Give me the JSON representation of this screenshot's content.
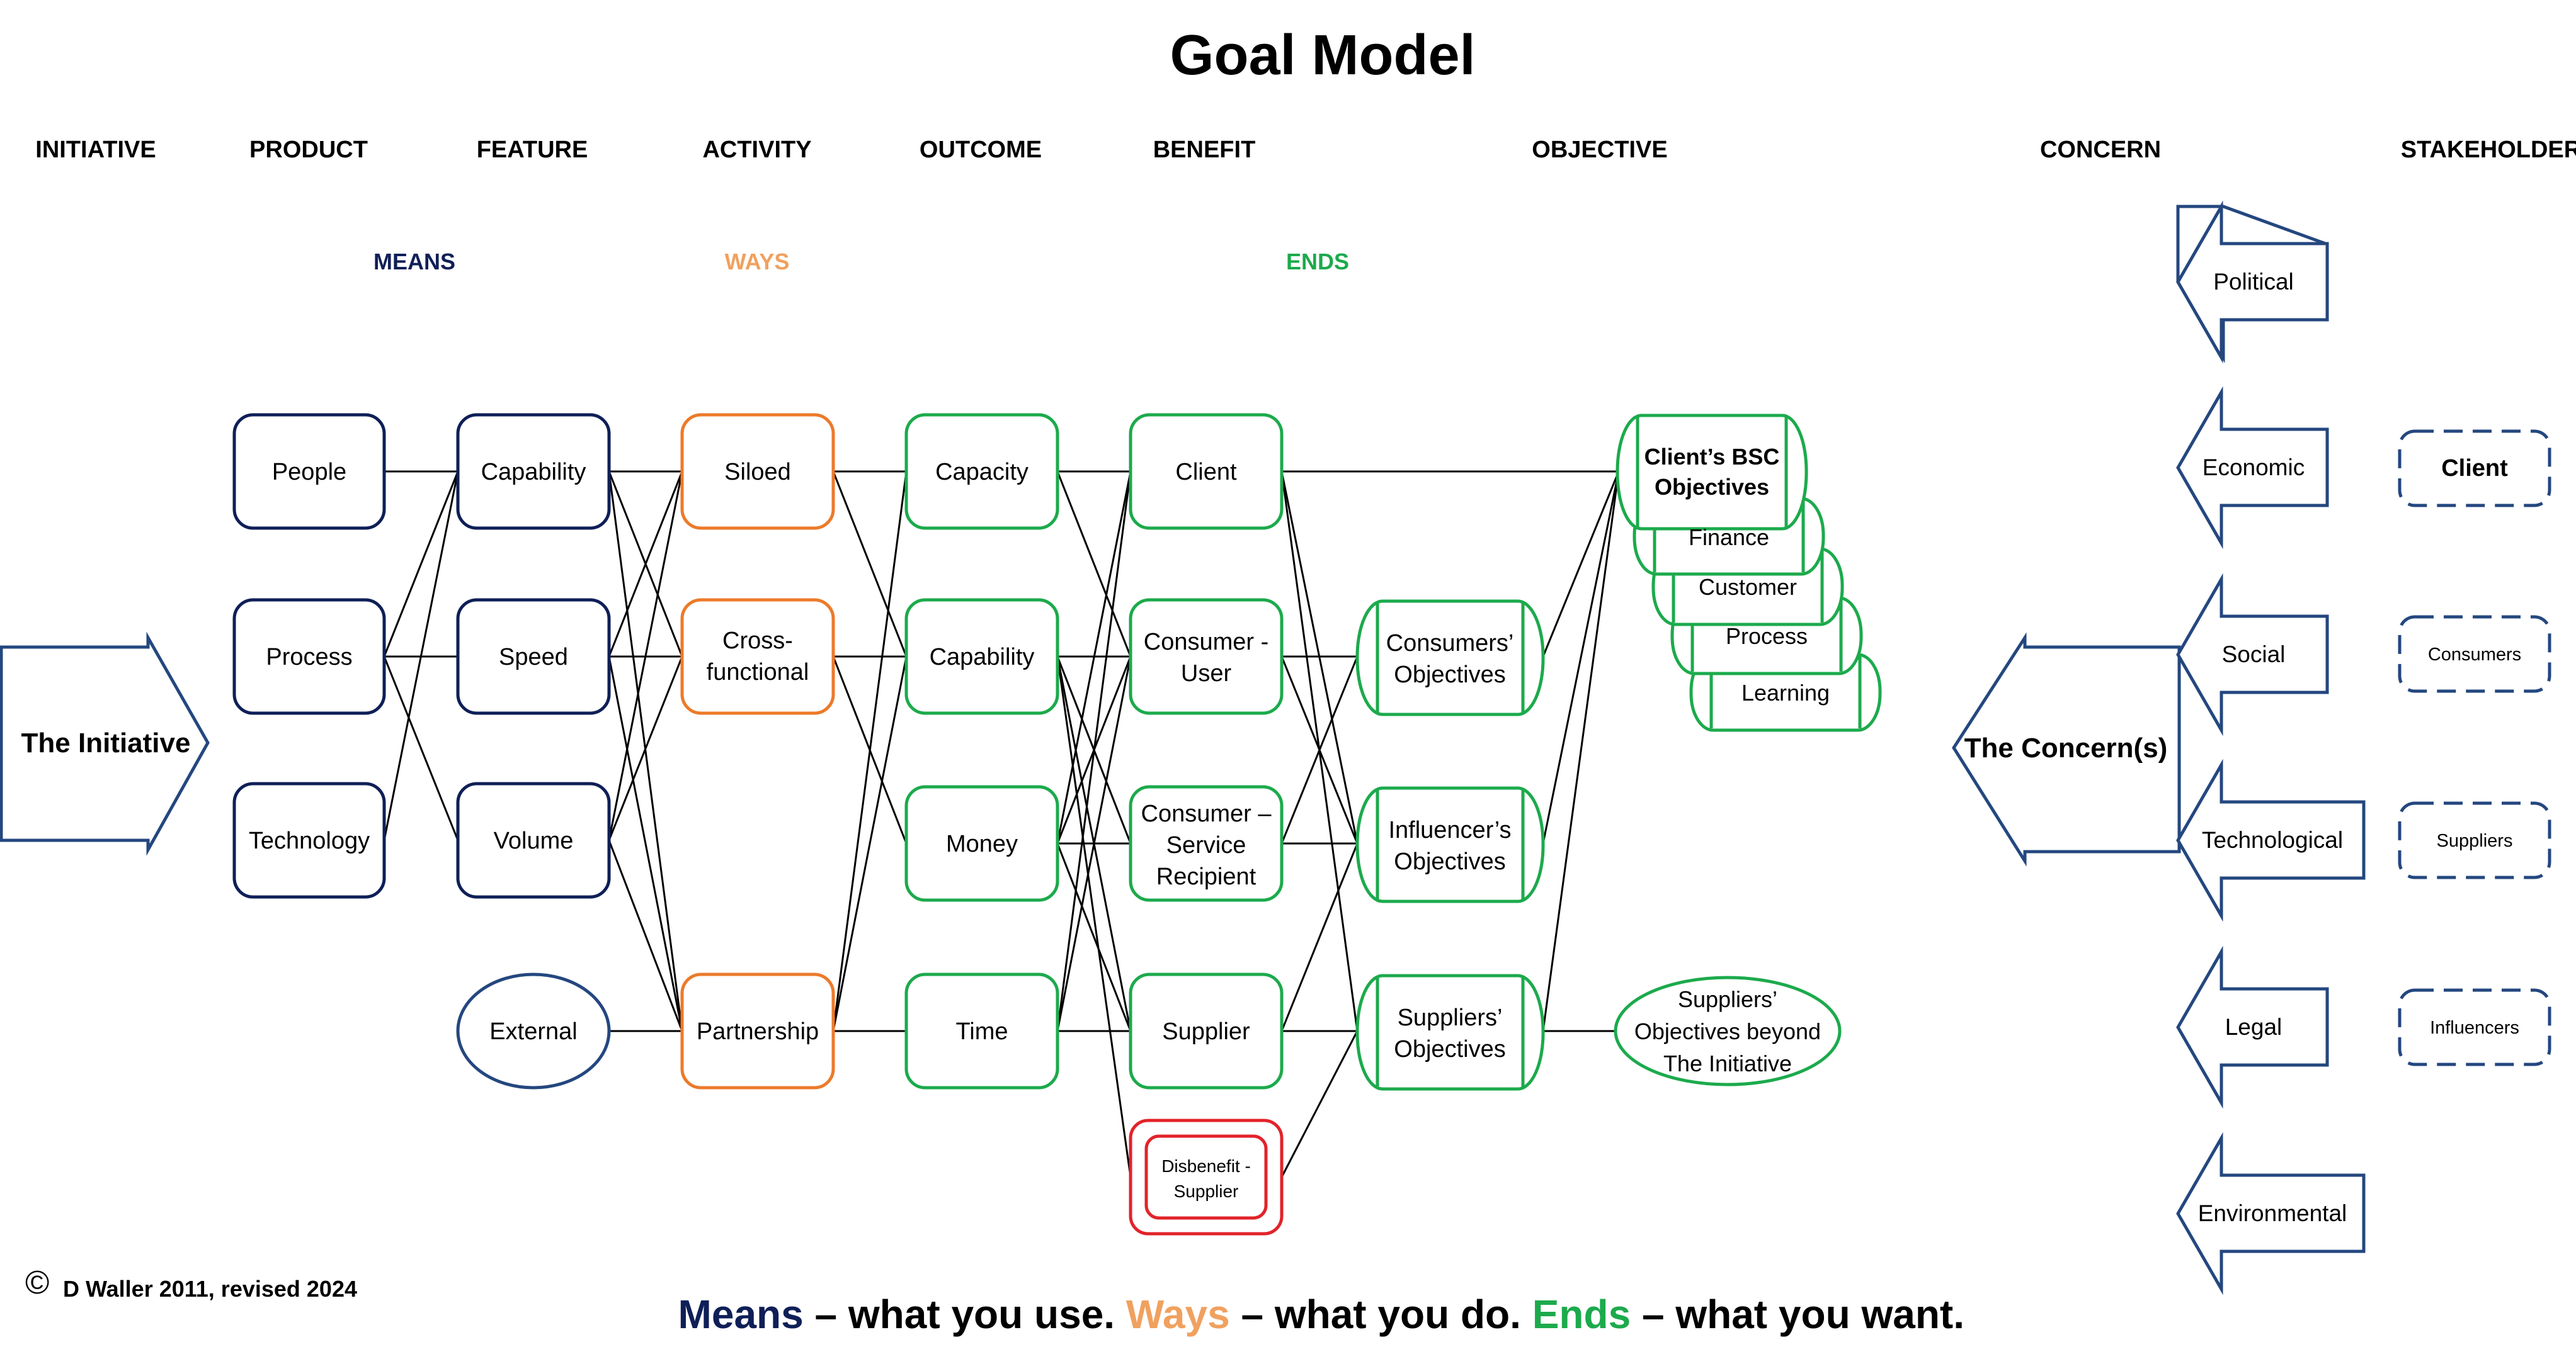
{
  "title": "Goal Model",
  "columns": {
    "initiative": "INITIATIVE",
    "product": "PRODUCT",
    "feature": "FEATURE",
    "activity": "ACTIVITY",
    "outcome": "OUTCOME",
    "benefit": "BENEFIT",
    "objective": "OBJECTIVE",
    "concern": "CONCERN",
    "stakeholder": "STAKEHOLDER"
  },
  "categories": {
    "means": "MEANS",
    "ways": "WAYS",
    "ends": "ENDS"
  },
  "initiative_arrow": "The Initiative",
  "concern_arrow": "The Concern(s)",
  "products": {
    "people": "People",
    "process": "Process",
    "technology": "Technology"
  },
  "features": {
    "capability": "Capability",
    "speed": "Speed",
    "volume": "Volume",
    "external": "External"
  },
  "activities": {
    "siloed": "Siloed",
    "cross_functional": [
      "Cross-",
      "functional"
    ],
    "partnership": "Partnership"
  },
  "outcomes": {
    "capacity": "Capacity",
    "capability": "Capability",
    "money": "Money",
    "time": "Time"
  },
  "benefits": {
    "client": "Client",
    "consumer_user": [
      "Consumer -",
      "User"
    ],
    "consumer_service": [
      "Consumer –",
      "Service",
      "Recipient"
    ],
    "supplier": "Supplier",
    "disbenefit": [
      "Disbenefit -",
      "Supplier"
    ]
  },
  "objectives_mid": {
    "consumers": [
      "Consumers’",
      "Objectives"
    ],
    "influencers": [
      "Influencer’s",
      "Objectives"
    ],
    "suppliers": [
      "Suppliers’",
      "Objectives"
    ]
  },
  "objectives_right": {
    "client_bsc": [
      "Client’s BSC",
      "Objectives"
    ],
    "finance": "Finance",
    "customer": "Customer",
    "process": "Process",
    "learning": "Learning",
    "suppliers_beyond": [
      "Suppliers’",
      "Objectives beyond",
      "The Initiative"
    ]
  },
  "concerns": {
    "political": "Political",
    "economic": "Economic",
    "social": "Social",
    "technological": "Technological",
    "legal": "Legal",
    "environmental": "Environmental"
  },
  "stakeholders": {
    "client": "Client",
    "consumers": "Consumers",
    "suppliers": "Suppliers",
    "influencers": "Influencers"
  },
  "copyright": {
    "symbol": "©",
    "text": "D Waller 2011, revised 2024"
  },
  "footer": {
    "means": "Means",
    "means_rest": " – what you use. ",
    "ways": "Ways",
    "ways_rest": " – what you do. ",
    "ends": "Ends",
    "ends_rest": " – what you want."
  },
  "colors": {
    "navy": "#0f1f57",
    "arrow_blue": "#24477f",
    "orange": "#ec7a2a",
    "ways_text": "#f0a15f",
    "green": "#1caa4c",
    "red": "#e2232a",
    "black": "#000000"
  }
}
